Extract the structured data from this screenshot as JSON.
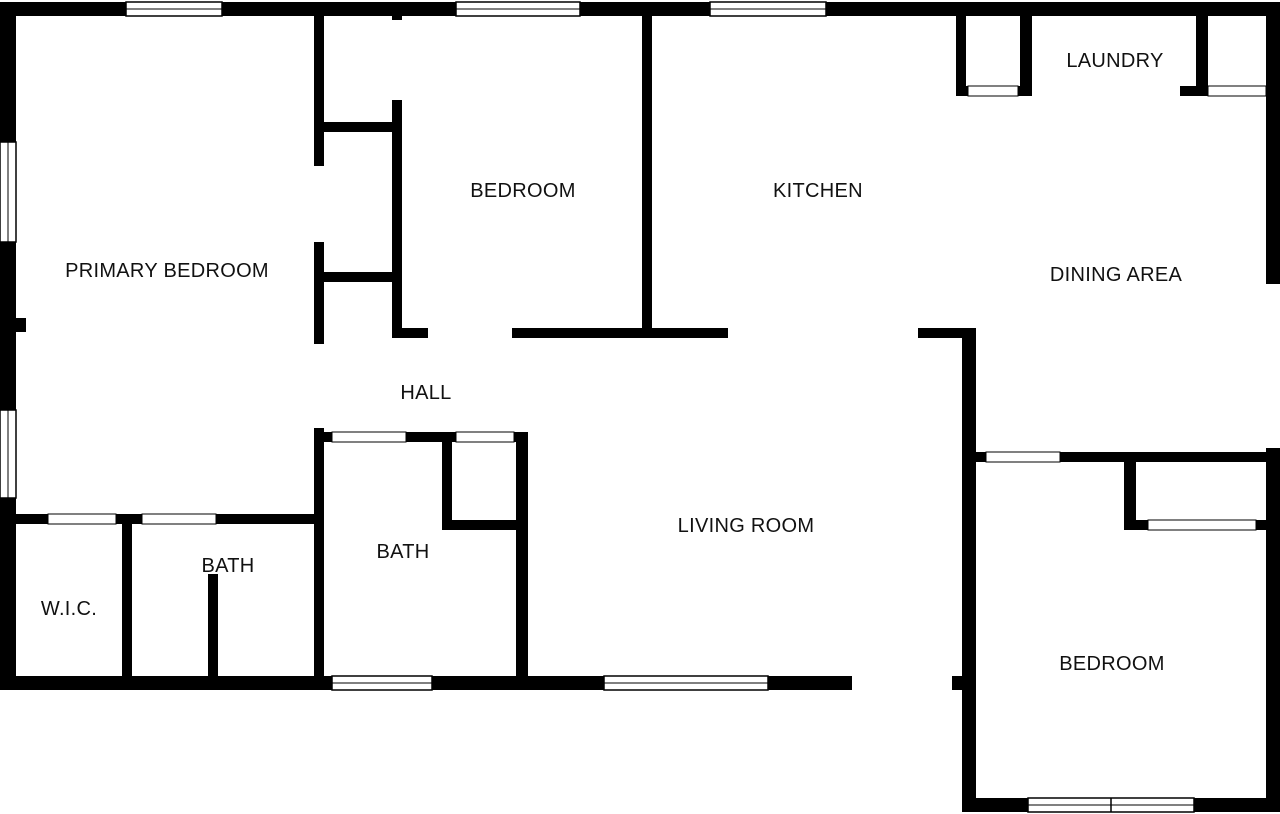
{
  "colors": {
    "wall": "#000000",
    "window_frame": "#000000",
    "opening": "#ffffff",
    "background": "#ffffff"
  },
  "rooms": {
    "primary_bedroom": "PRIMARY BEDROOM",
    "bedroom_north": "BEDROOM",
    "kitchen": "KITCHEN",
    "laundry": "LAUNDRY",
    "dining_area": "DINING AREA",
    "hall": "HALL",
    "bath_central": "BATH",
    "living_room": "LIVING ROOM",
    "wic": "W.I.C.",
    "bath_primary": "BATH",
    "bedroom_south": "BEDROOM"
  }
}
